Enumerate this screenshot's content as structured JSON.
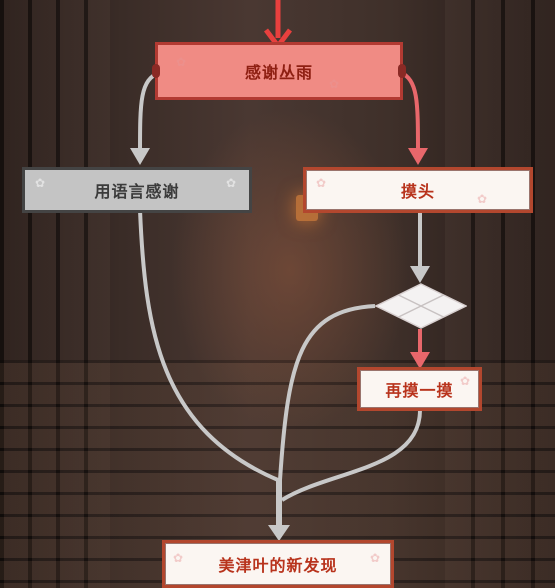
{
  "nodes": {
    "top": {
      "label": "感谢丛雨"
    },
    "left": {
      "label": "用语言感谢"
    },
    "right": {
      "label": "摸头"
    },
    "again": {
      "label": "再摸一摸"
    },
    "bottom": {
      "label": "美津叶的新发现"
    }
  },
  "colors": {
    "active_fill": "#f08b84",
    "warm_border": "#b3472e",
    "warm_text": "#b8331c",
    "grey_fill": "#c4c4c4",
    "arrow_red": "#e8676b",
    "arrow_grey": "#c8c8c8"
  },
  "icons": {
    "decoration": "sakura-icon",
    "branch": "branch-diamond-icon"
  }
}
